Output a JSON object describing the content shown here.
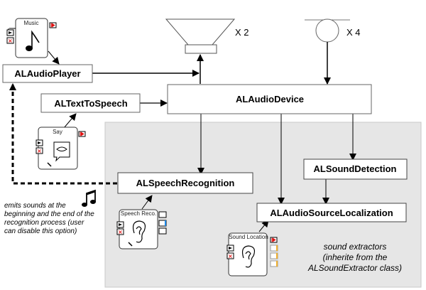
{
  "nodes": {
    "audio_player": "ALAudioPlayer",
    "text_to_speech": "ALTextToSpeech",
    "audio_device": "ALAudioDevice",
    "speech_recognition": "ALSpeechRecognition",
    "sound_detection": "ALSoundDetection",
    "audio_source_localization": "ALAudioSourceLocalization"
  },
  "boxes": {
    "music": "Music",
    "say": "Say",
    "speech_reco": "Speech Reco.",
    "sound_location": "Sound Location"
  },
  "devices": {
    "speaker_multiplier": "X 2",
    "microphone_multiplier": "X 4"
  },
  "notes": {
    "emits_sounds": [
      "emits sounds at the",
      "beginning and the end of the",
      "recognition process (user",
      "can disable this option)"
    ],
    "extractors": [
      "sound extractors",
      "(inherite from the",
      "ALSoundExtractor class)"
    ]
  },
  "colors": {
    "group_bg": "#e6e6e6",
    "stop_red": "#e01010",
    "output_blue": "#1e88e5",
    "output_orange": "#f0b030"
  }
}
